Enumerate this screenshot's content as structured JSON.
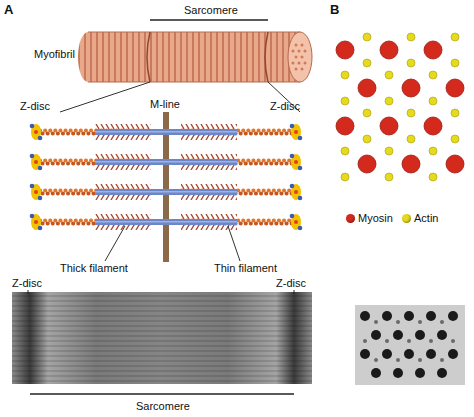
{
  "diagram": {
    "labels": [
      "A",
      "B",
      "Sarcomere",
      "Myofibril",
      "Z-disc",
      "M-line",
      "Z-disc",
      "Thick filament",
      "Thin filament",
      "Z-disc",
      "Z-disc",
      "Sarcomere"
    ],
    "legend": [
      {
        "text": "Myosin",
        "color": "#d42a1e"
      },
      {
        "text": "Actin",
        "color": "#e6da1c"
      }
    ]
  }
}
